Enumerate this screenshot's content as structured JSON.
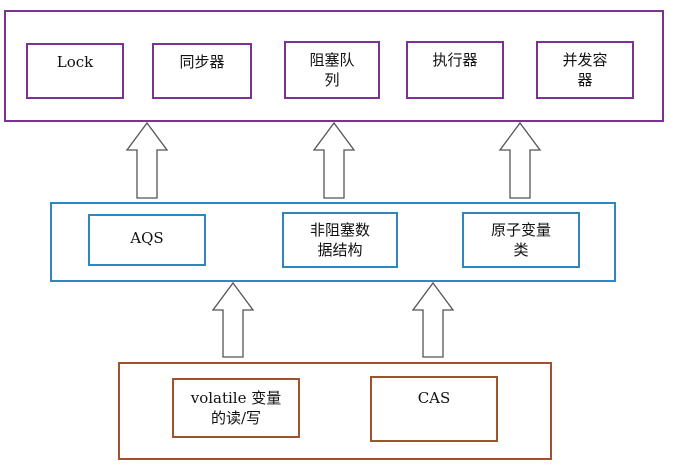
{
  "top_layer": {
    "border_color": "#7B3294",
    "boxes": [
      "Lock",
      "同步器",
      "阻塞队\n列",
      "执行器",
      "并发容\n器"
    ]
  },
  "middle_layer": {
    "border_color": "#2E86C1",
    "boxes": [
      "AQS",
      "非阻塞数\n据结构",
      "原子变量\n类"
    ]
  },
  "bottom_layer": {
    "border_color": "#A0522D",
    "boxes": [
      "volatile 变量\n的读/写",
      "CAS"
    ]
  }
}
